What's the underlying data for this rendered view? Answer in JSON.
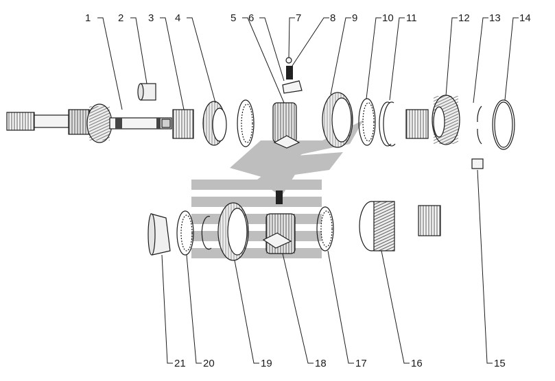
{
  "diagram": {
    "callouts": [
      {
        "number": "1"
      },
      {
        "number": "2"
      },
      {
        "number": "3"
      },
      {
        "number": "4"
      },
      {
        "number": "5"
      },
      {
        "number": "6"
      },
      {
        "number": "7"
      },
      {
        "number": "8"
      },
      {
        "number": "9"
      },
      {
        "number": "10"
      },
      {
        "number": "11"
      },
      {
        "number": "12"
      },
      {
        "number": "13"
      },
      {
        "number": "14"
      },
      {
        "number": "15"
      },
      {
        "number": "16"
      },
      {
        "number": "17"
      },
      {
        "number": "18"
      },
      {
        "number": "19"
      },
      {
        "number": "20"
      },
      {
        "number": "21"
      }
    ]
  },
  "colors": {
    "line": "#1a1a1a",
    "part_fill": "#f4f4f4",
    "part_shade": "#cfcfcf",
    "watermark": "#8a8a8a"
  },
  "watermark": {
    "icon": "stylized-wing-logo-watermark"
  }
}
